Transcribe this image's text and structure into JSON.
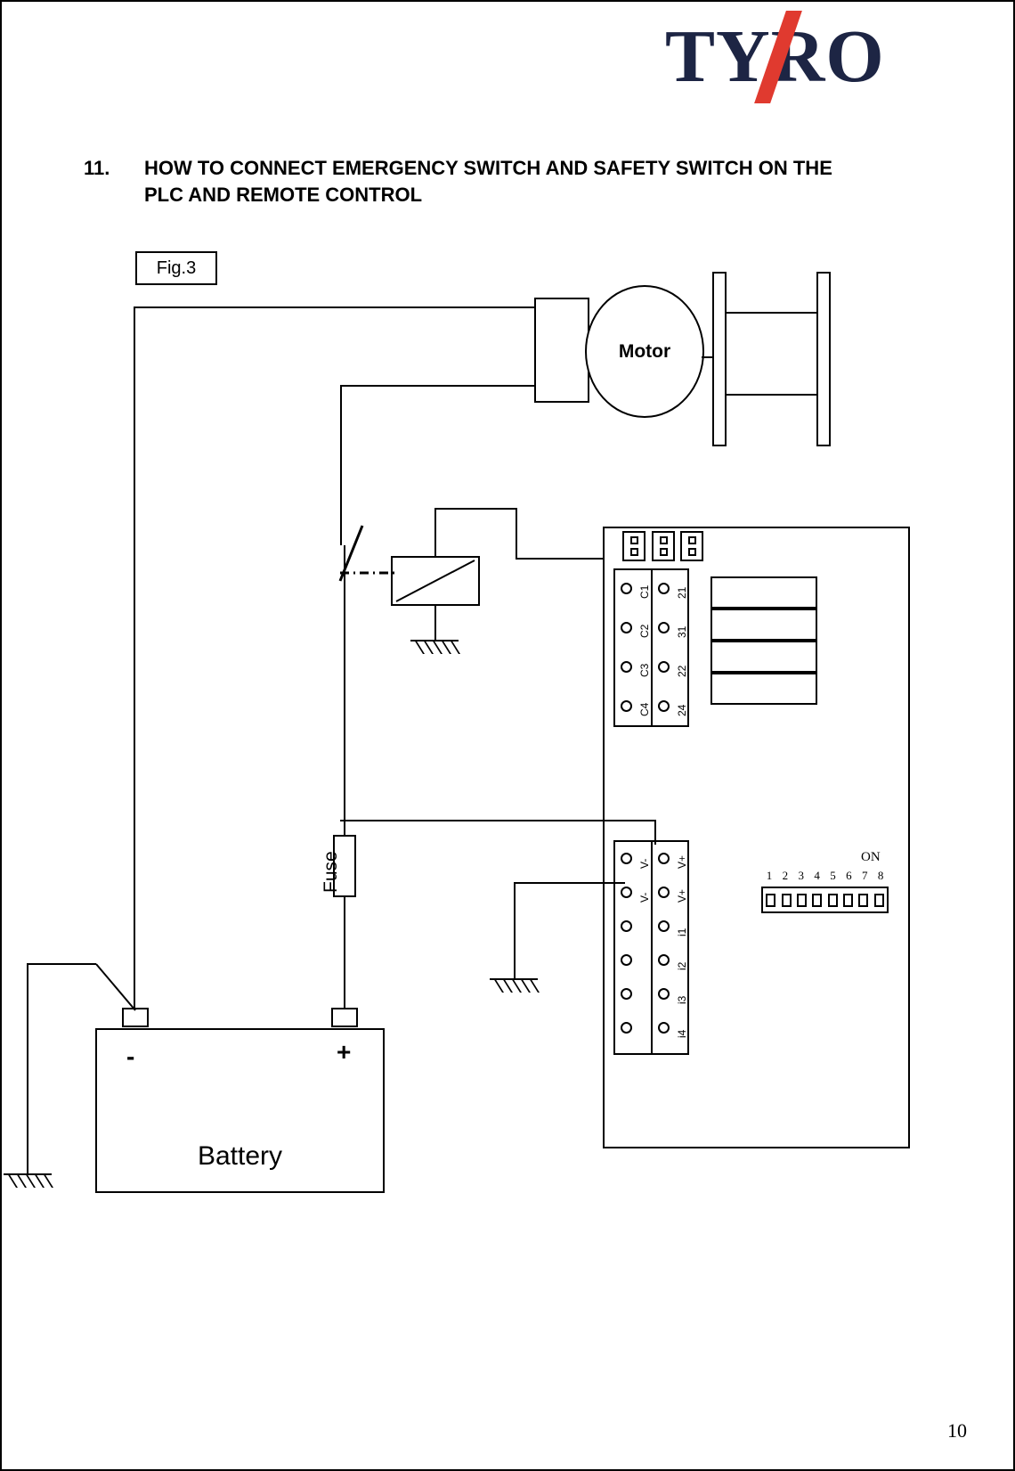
{
  "document": {
    "page_number": "10",
    "brand": {
      "logo_text": "TYRO",
      "logo_color": "#1d2544",
      "slash_color": "#e03a2f",
      "slash_icon": "red-diagonal-slash"
    },
    "heading": {
      "number": "11.",
      "text": "HOW TO CONNECT EMERGENCY SWITCH AND SAFETY SWITCH ON THE PLC AND REMOTE CONTROL"
    }
  },
  "diagram": {
    "figure_label": "Fig.3",
    "motor_label": "Motor",
    "fuse_label": "Fuse",
    "battery": {
      "name": "Battery",
      "negative_sign": "-",
      "positive_sign": "+"
    },
    "plc": {
      "upper_terminal_block": {
        "left_column": [
          "C1",
          "C2",
          "C3",
          "C4"
        ],
        "right_column": [
          "21",
          "31",
          "22",
          "24"
        ]
      },
      "lower_terminal_block": {
        "left_column": [
          "V-",
          "V-",
          "",
          "",
          "",
          ""
        ],
        "right_column": [
          "V+",
          "V+",
          "i1",
          "i2",
          "i3",
          "i4"
        ]
      },
      "dip_switch": {
        "on_label": "ON",
        "positions": [
          "1",
          "2",
          "3",
          "4",
          "5",
          "6",
          "7",
          "8"
        ]
      }
    }
  }
}
